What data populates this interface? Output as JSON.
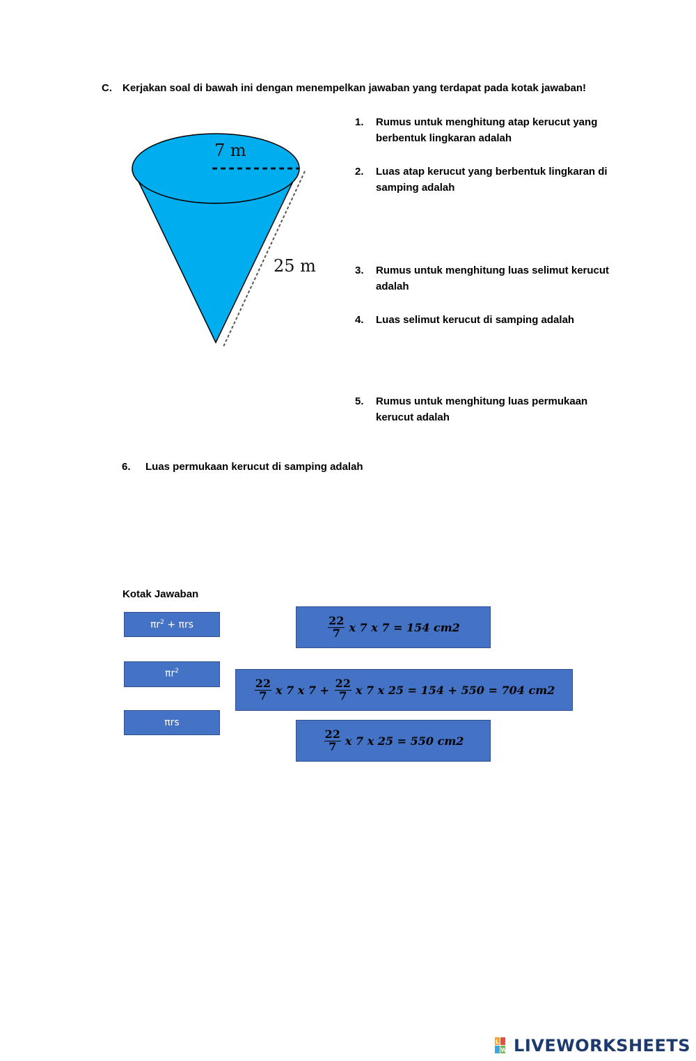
{
  "instruction": {
    "label": "C.",
    "text": "Kerjakan soal di bawah ini dengan menempelkan jawaban yang terdapat pada kotak jawaban!"
  },
  "figure": {
    "radius_label": "7 m",
    "slant_label": "25 m",
    "fill_color": "#00aeef"
  },
  "questions": [
    {
      "num": "1.",
      "text": "Rumus untuk menghitung atap kerucut yang berbentuk lingkaran adalah"
    },
    {
      "num": "2.",
      "text": "Luas atap kerucut yang berbentuk lingkaran di samping adalah"
    },
    {
      "num": "3.",
      "text": "Rumus untuk menghitung luas selimut kerucut adalah"
    },
    {
      "num": "4.",
      "text": "Luas selimut kerucut di samping adalah"
    },
    {
      "num": "5.",
      "text": "Rumus untuk menghitung luas permukaan kerucut adalah"
    },
    {
      "num": "6.",
      "text": "Luas permukaan kerucut di samping adalah"
    }
  ],
  "answer_box": {
    "title": "Kotak Jawaban",
    "color": "#4472c4",
    "formulas": {
      "a1_pre": "πr",
      "a1_sup": "2",
      "a1_post": " + πrs",
      "a2_pre": "πr",
      "a2_sup": "2",
      "a3": "πrs"
    },
    "calcs": {
      "c1": {
        "num": "22",
        "den": "7",
        "rest": "x 7 x 7 = 154 cm2"
      },
      "c2": {
        "num1": "22",
        "den1": "7",
        "mid": "x 7 x 7 + ",
        "num2": "22",
        "den2": "7",
        "rest": "x 7 x 25 = 154 + 550 = 704 cm2"
      },
      "c3": {
        "num": "22",
        "den": "7",
        "rest": "x 7 x 25 = 550 cm2"
      }
    }
  },
  "logo": {
    "text": "LIVEWORKSHEETS",
    "icon_letters": [
      "L",
      "W"
    ]
  }
}
